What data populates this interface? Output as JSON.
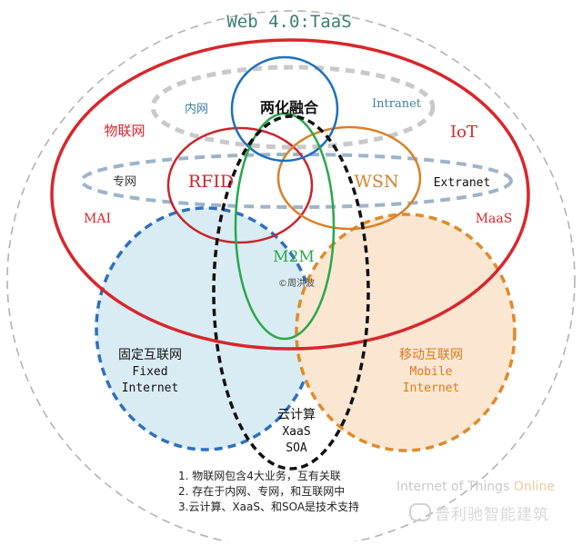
{
  "title": "Web 4.0:TaaS",
  "labels": {
    "intranet_cn": "内网",
    "intranet_en": "Intranet",
    "fusion": "两化融合",
    "iot_cn": "物联网",
    "iot_en": "IoT",
    "extranet_cn": "专网",
    "extranet_en": "Extranet",
    "rfid": "RFID",
    "wsn": "WSN",
    "mai": "MAI",
    "maas": "MaaS",
    "m2m": "M2M",
    "copyright": "©周洪波",
    "fixed_cn": "固定互联网",
    "fixed_en1": "Fixed",
    "fixed_en2": "Internet",
    "mobile_cn": "移动互联网",
    "mobile_en1": "Mobile",
    "mobile_en2": "Internet",
    "cloud_cn": "云计算",
    "cloud_xaas": "XaaS",
    "cloud_soa": "SOA"
  },
  "notes": [
    "1. 物联网包含4大业务，互有关联",
    "2. 存在于内网、专网，和互联网中",
    "3.云计算、XaaS、和SOA是技术支持"
  ],
  "watermark": {
    "en_main": "Internet of Things ",
    "en_online": "Online",
    "cn": "普利驰智能建筑"
  },
  "colors": {
    "iot_red": "#d9262b",
    "teal_title": "#3a7f76",
    "blue_dashed": "#2f6fbf",
    "orange_dashed": "#e08a2a",
    "orange_text": "#d97a1f",
    "green": "#2aa84a",
    "blue_circle": "#1f6fc0",
    "gray_dashed": "#c9c9c9",
    "fixed_fill": "#d9ecf4",
    "mobile_fill": "#fbe6d2"
  }
}
